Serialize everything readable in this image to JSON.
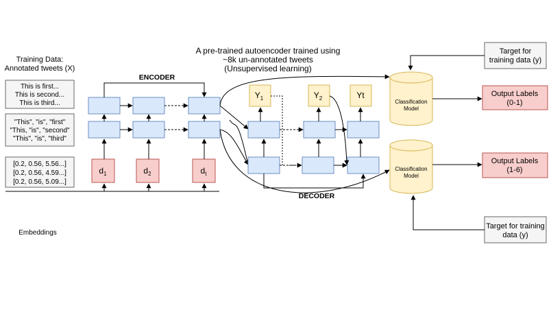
{
  "training_data": {
    "title_line1": "Training Data:",
    "title_line2": "Annotated tweets (X)",
    "tweets": [
      "This is first...",
      "This is second...",
      "This is third..."
    ],
    "tokens": [
      "\"This\", \"is\", \"first\"",
      "\"This, \"is\", \"second\"",
      "\"This\", \"is\", \"third\""
    ],
    "vectors": [
      "[0.2, 0.56, 5.56...]",
      "[0.2, 0.56, 4.59...]",
      "[0.2, 0.56, 5.09...]"
    ],
    "embeddings_label": "Embeddings"
  },
  "autoencoder": {
    "caption_line1": "A pre-trained autoencoder trained using",
    "caption_line2": "~8k un-annotated tweets",
    "caption_line3": "(Unsupervised learning)",
    "encoder_label": "ENCODER",
    "decoder_label": "DECODER",
    "inputs": [
      {
        "base": "d",
        "sub": "1"
      },
      {
        "base": "d",
        "sub": "2"
      },
      {
        "base": "d",
        "sub": "t"
      }
    ],
    "outputs": [
      {
        "base": "Y",
        "sub": "1"
      },
      {
        "base": "Y",
        "sub": "2"
      },
      {
        "base": "Yt",
        "sub": ""
      }
    ]
  },
  "classification": {
    "model1": {
      "line1": "Classification",
      "line2": "Model"
    },
    "model2": {
      "line1": "Classification",
      "line2": "Model"
    },
    "output1": {
      "line1": "Output Labels",
      "line2": "(0-1)"
    },
    "output2": {
      "line1": "Output Labels",
      "line2": "(1-6)"
    },
    "target1": {
      "line1": "Target for",
      "line2": "training data (y)"
    },
    "target2": {
      "line1": "Target for training",
      "line2": "data (y)"
    }
  },
  "colors": {
    "rnn_cell_fill": "#dae8fc",
    "rnn_cell_stroke": "#6c8ebf",
    "input_fill": "#f8cecc",
    "input_stroke": "#b85450",
    "output_fill": "#fff2cc",
    "output_stroke": "#d6b656",
    "data_box_fill": "#f5f5f5",
    "data_box_stroke": "#666666"
  }
}
